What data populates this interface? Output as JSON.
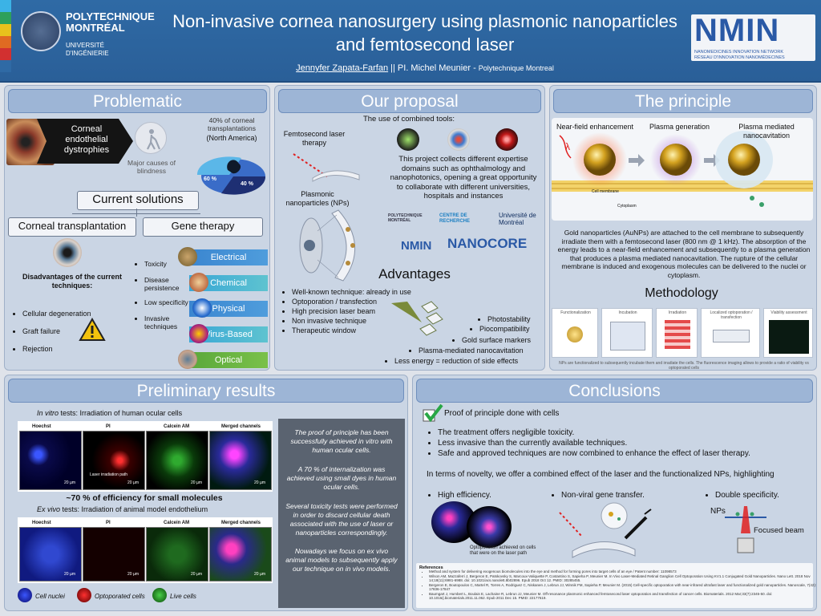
{
  "header": {
    "university_line1": "POLYTECHNIQUE\nMONTRÉAL",
    "university_line2": "UNIVERSITÉ\nD'INGÉNIERIE",
    "title": "Non-invasive cornea nanosurgery using plasmonic nanoparticles and femtosecond laser",
    "author_main": "Jennyfer Zapata-Farfan",
    "author_rest": " || PI. Michel Meunier - ",
    "affiliation": "Polytechnique Montreal",
    "nm_logo": "NMIN",
    "nm_sub": "NANOMEDICINES INNOVATION NETWORK\nRÉSEAU D'INNOVATION NANOMÉDECINES"
  },
  "colors": {
    "header": "#2f6aa5",
    "panel": "#cad5e4",
    "panel_head": "#9db5d6",
    "solution_bar": "#3d8fd1",
    "solution_bar_light": "#5cc2c9",
    "check": "#28a745"
  },
  "problematic": {
    "heading": "Problematic",
    "dystrophy": "Corneal endothelial dystrophies",
    "blindness": "Major causes of blindness",
    "transplant_pct": "40% of corneal transplantations",
    "transplant_region": "(North America)",
    "pie_a": "60 %",
    "pie_b": "40 %",
    "current_solutions": "Current solutions",
    "corneal_transplantation": "Corneal transplantation",
    "gene_therapy": "Gene therapy",
    "disadvantages": "Disadvantages of the current techniques:",
    "disadv_items": [
      "Cellular degeneration",
      "Graft failure",
      "Rejection"
    ],
    "gene_issues": [
      "Toxicity",
      "Disease persistence",
      "Low specificity",
      "Invasive techniques"
    ],
    "gene_types": [
      "Electrical",
      "Chemical",
      "Physical",
      "Virus-Based",
      "Optical"
    ]
  },
  "proposal": {
    "heading": "Our proposal",
    "intro": "The use of combined tools:",
    "laser": "Femtosecond laser therapy",
    "nps": "Plasmonic nanoparticles (NPs)",
    "collab": "This project collects different expertise domains such as ophthalmology and nanophotonics, opening a great opportunity to collaborate with different universities, hospitals and instances",
    "logo_poly": "POLYTECHNIQUE MONTRÉAL",
    "logo_centre": "CENTRE DE RECHERCHE",
    "logo_udem": "Université de Montréal",
    "logo_nmin": "NMIN",
    "logo_nanocore": "NANOCORE",
    "advantages_heading": "Advantages",
    "adv_left": [
      "Well-known technique: already in use",
      "Optoporation / transfection",
      "High precision laser beam",
      "Non invasive technique",
      "Therapeutic window"
    ],
    "adv_right": [
      "Photostability",
      "Piocompatibility",
      "Gold surface markers",
      "Plasma-mediated nanocavitation",
      "Less energy = reduction of side effects"
    ]
  },
  "principle": {
    "heading": "The principle",
    "stage1": "Near-field enhancement",
    "stage2": "Plasma generation",
    "stage3": "Plasma mediated nanocavitation",
    "membrane": "Cell membrane",
    "cytoplasm": "Cytoplasm",
    "lambda": "λ",
    "description": "Gold nanoparticles (AuNPs) are attached to the cell membrane to subsequently irradiate them with a femtosecond laser (800 nm @ 1 kHz). The absorption of the energy leads to a near-field enhancement and subsequently to a plasma generation that produces a plasma mediated nanocavitation. The rupture of the cellular membrane is induced and exogenous molecules can be delivered to the nuclei or cytoplasm.",
    "methodology": "Methodology",
    "method_steps": [
      "Functionalization",
      "Incubation",
      "Irradiation",
      "Localized optoporation / transfection",
      "Viability assessment"
    ],
    "method_caption": "NPs are functionalized to subsequently incubate them and irradiate the cells. The fluorescence imaging allows to provide a ratio of viability vs optoporated cells"
  },
  "results": {
    "heading": "Preliminary results",
    "invitro_em": "In vitro",
    "invitro_rest": " tests: Irradiation of human ocular cells",
    "channels": [
      "Hoechst",
      "PI",
      "Calcein AM",
      "Merged channels"
    ],
    "scale": "20 µm",
    "laser_path": "Laser irradiation path",
    "efficiency": "~70 % of efficiency for small molecules",
    "exvivo_em": "Ex vivo",
    "exvivo_rest": " tests: Irradiation of animal model endothelium",
    "summary": [
      "The proof of principle has been successfully achieved in vitro with human ocular cells.",
      "A 70 % of internalization was achieved using small dyes in human ocular cells.",
      "Several toxicity tests were performed in order to discard cellular death associated with the use of laser or nanoparticles correspondingly.",
      "Nowadays we focus on ex vivo animal models to subsequently apply our technique on in vivo models."
    ],
    "legend": [
      "Cell nuclei",
      "Optoporated cells",
      "Live cells"
    ]
  },
  "conclusions": {
    "heading": "Conclusions",
    "proof": "Proof of principle done with cells",
    "points": [
      "The treatment offers negligible toxicity.",
      "Less invasive than the currently available techniques.",
      "Safe and approved techniques are now combined to enhance the effect of laser therapy."
    ],
    "novelty": "In terms of novelty, we offer a combined effect of the laser and the functionalized NPs, highlighting",
    "feature1": "High efficiency.",
    "feature2": "Non-viral gene transfer.",
    "feature3": "Double specificity.",
    "nps_label": "NPs",
    "focused_beam": "Focused beam",
    "img_caption": "Optoporation achieved on cells that were on the laser path",
    "references_title": "References",
    "references": [
      "Method and system for delivering exogenous biomolecules into the eye and method for forming pores into target cells of an eye / Patent number: 11098573",
      "Wilson AM, Mazzaferri J, Bergeron E, Patskovsky S, Marcoux-Valiquette P, Costantino S, Sapieha P, Meunier M. In Vivo Laser-Mediated Retinal Ganglion Cell Optoporation Using KV1.1 Conjugated Gold Nanoparticles. Nano Lett. 2018 Nov 14;18(11):6981-6988. doi: 10.1021/acs.nanolett.8b02896. Epub 2018 Oct 12. PMID: 30285455.",
      "Bergeron E, Boutopoulos C, Martel R, Torres A, Rodriguez C, Niskanen J, Lebrun JJ, Winnik FM, Sapieha P, Meunier M. (2015) Cell-specific optoporation with near-infrared ultrafast laser and functionalized gold nanoparticles. Nanoscale, 7(42): 17836-17847",
      "Baumgart J, Humbert L, Boulais E, Lachaine R, Lebrun JJ, Meunier M. Off-resonance plasmonic enhanced femtosecond laser optoporation and transfection of cancer cells. Biomaterials. 2012 Mar;33(7):2345-50. doi: 10.1016/j.biomaterials.2011.11.062. Epub 2011 Dec 15. PMID: 22177619."
    ]
  }
}
